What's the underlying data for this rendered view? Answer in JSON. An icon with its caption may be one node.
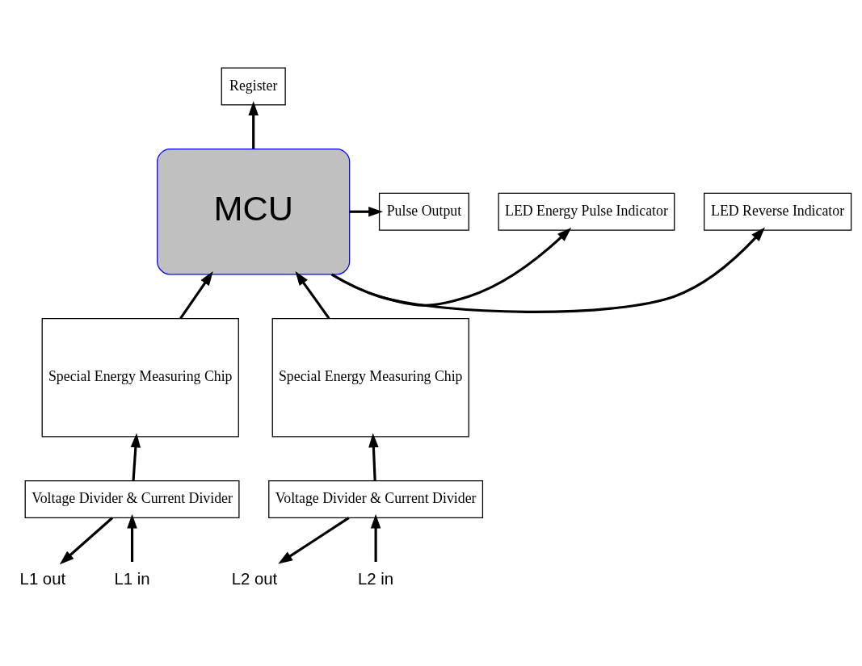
{
  "diagram": {
    "nodes": [
      {
        "text": [
          "Register"
        ]
      },
      {
        "text": [
          "Pulse Output"
        ]
      },
      {
        "text": [
          "MCU"
        ]
      },
      {
        "text": [
          "LED Energy Pulse Indicator"
        ]
      },
      {
        "text": [
          "LED Reverse Indicator"
        ]
      },
      {
        "text": [
          "Special Energy Measuring Chip"
        ]
      },
      {
        "text": [
          "Special Energy Measuring Chip"
        ]
      },
      {
        "text": [
          "Voltage Divider & Current Divider"
        ]
      },
      {
        "text": [
          "Voltage Divider & Current Divider"
        ]
      },
      {
        "text": [
          "L1 in"
        ]
      },
      {
        "text": [
          "L1 out"
        ]
      },
      {
        "text": [
          "L2 in"
        ]
      },
      {
        "text": [
          "L2 out"
        ]
      }
    ],
    "edges": [
      {
        "from": 2,
        "to": 0,
        "arrow": "to"
      },
      {
        "from": 2,
        "to": 1,
        "arrow": "to"
      },
      {
        "from": 2,
        "to": 3,
        "arrow": "to"
      },
      {
        "from": 2,
        "to": 4,
        "arrow": "to"
      },
      {
        "from": 5,
        "to": 2,
        "arrow": "to"
      },
      {
        "from": 6,
        "to": 2,
        "arrow": "to"
      },
      {
        "from": 7,
        "to": 5,
        "arrow": "to"
      },
      {
        "from": 8,
        "to": 6,
        "arrow": "to"
      },
      {
        "from": 9,
        "to": 7,
        "arrow": "to"
      },
      {
        "from": 7,
        "to": 10,
        "arrow": "to"
      },
      {
        "from": 11,
        "to": 8,
        "arrow": "to"
      },
      {
        "from": 8,
        "to": 12,
        "arrow": "to"
      }
    ]
  }
}
